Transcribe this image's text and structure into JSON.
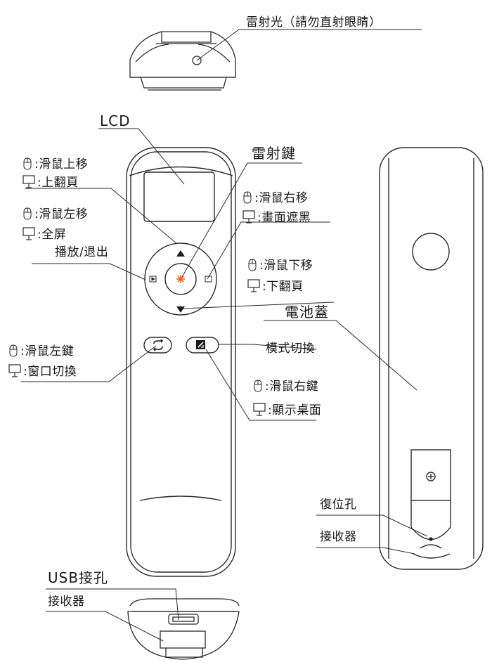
{
  "labels": {
    "laser_light": "雷射光（請勿直射眼睛）",
    "lcd": "LCD",
    "laser_key": "雷射鍵",
    "mouse_up": ":滑鼠上移",
    "page_up": ":上翻頁",
    "mouse_left": ":滑鼠左移",
    "fullscreen": ":全屏",
    "play_exit": "播放/退出",
    "mouse_right": ":滑鼠右移",
    "screen_black": ":畫面遮黑",
    "mouse_down": ":滑鼠下移",
    "page_down": ":下翻頁",
    "battery_cover": "電池蓋",
    "mouse_left_click": ":滑鼠左鍵",
    "window_switch": ":窗口切換",
    "mode_switch": "模式切換",
    "mouse_right_click": ":滑鼠右鍵",
    "show_desktop": ":顯示桌面",
    "reset_hole": "復位孔",
    "receiver_back": "接收器",
    "usb_port": "USB接孔",
    "receiver_bottom": "接收器"
  },
  "icons": {
    "mouse": "mouse-icon",
    "presentation": "presentation-screen-icon",
    "laser": "laser-burst-icon",
    "arrow_up": "arrow-up-icon",
    "arrow_down": "arrow-down-icon",
    "switch": "window-switch-icon",
    "mode": "mode-switch-icon",
    "screw": "screw-icon",
    "usb": "usb-port-icon"
  },
  "colors": {
    "line": "#2a2a2a",
    "laser": "#e8641c",
    "background": "#ffffff"
  }
}
